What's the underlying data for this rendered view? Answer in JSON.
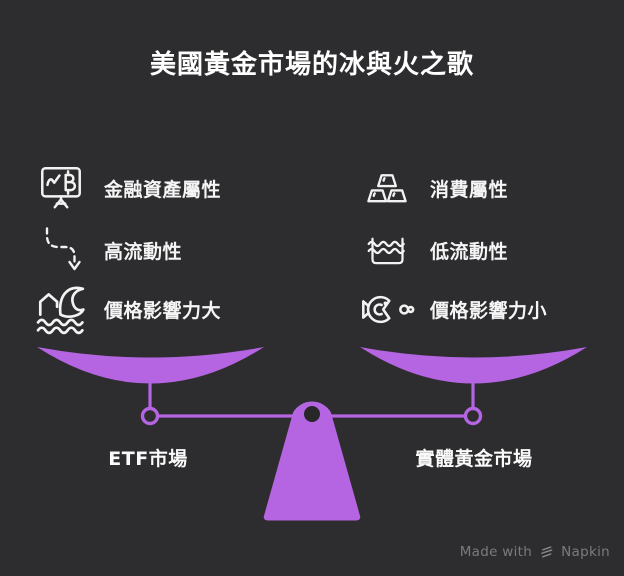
{
  "title": "美國黃金市場的冰與火之歌",
  "features": {
    "left": [
      {
        "icon": "monitor-chart-bitcoin-icon",
        "label": "金融資產屬性"
      },
      {
        "icon": "dashed-flow-arrow-icon",
        "label": "高流動性"
      },
      {
        "icon": "tsunami-wave-house-icon",
        "label": "價格影響力大"
      }
    ],
    "right": [
      {
        "icon": "gold-bars-icon",
        "label": "消費屬性"
      },
      {
        "icon": "water-basin-waves-icon",
        "label": "低流動性"
      },
      {
        "icon": "big-fish-eats-small-fish-icon",
        "label": "價格影響力小"
      }
    ]
  },
  "scale": {
    "left_pan_label": "ETF市場",
    "right_pan_label": "實體黃金市場"
  },
  "footer": {
    "prefix": "Made with",
    "brand": "Napkin"
  },
  "colors": {
    "background": "#2d2c2e",
    "accent_purple": "#b564e2",
    "icon_stroke": "#f2f2f2",
    "text": "#ffffff",
    "footer_text": "#7b7b7b"
  }
}
